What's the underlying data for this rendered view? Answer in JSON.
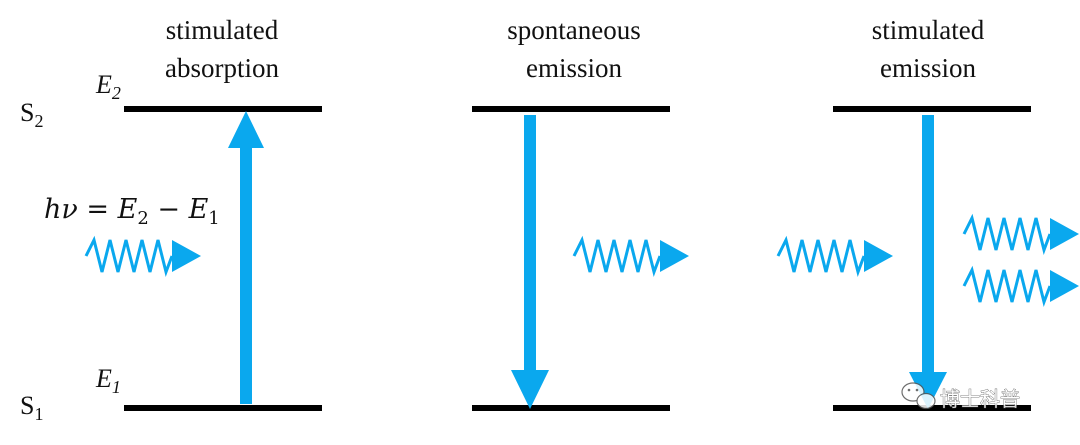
{
  "panels": [
    {
      "title_line1": "stimulated",
      "title_line2": "absorption"
    },
    {
      "title_line1": "spontaneous",
      "title_line2": "emission"
    },
    {
      "title_line1": "stimulated",
      "title_line2": "emission"
    }
  ],
  "levels": {
    "upper_state": {
      "main": "S",
      "sub": "2"
    },
    "lower_state": {
      "main": "S",
      "sub": "1"
    },
    "upper_energy": {
      "main": "E",
      "sub": "2"
    },
    "lower_energy": {
      "main": "E",
      "sub": "1"
    }
  },
  "formula": {
    "h": "h",
    "nu": "ν",
    "eq": " = ",
    "e2": "E",
    "e2_sub": "2",
    "minus": " − ",
    "e1": "E",
    "e1_sub": "1"
  },
  "watermark": "博士科普",
  "colors": {
    "arrow": "#0aa8ee",
    "level_line": "#000000"
  }
}
